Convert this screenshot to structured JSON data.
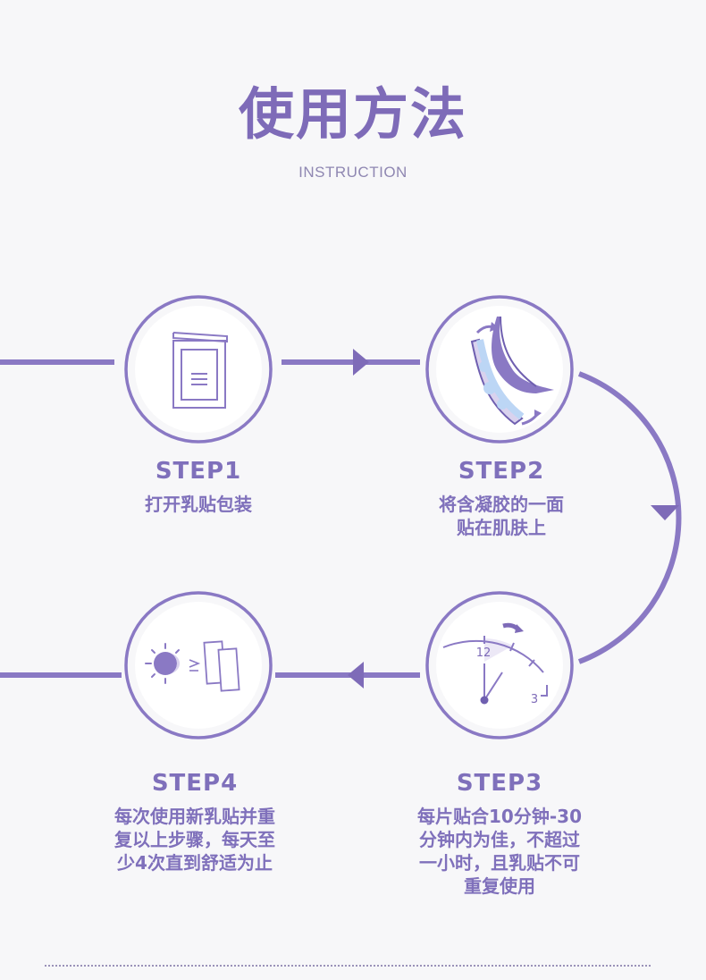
{
  "page": {
    "title": "使用方法",
    "subtitle": "INSTRUCTION"
  },
  "steps": [
    {
      "label": "STEP1",
      "desc": [
        "打开乳贴包装"
      ]
    },
    {
      "label": "STEP2",
      "desc": [
        "将含凝胶的一面",
        "贴在肌肤上"
      ]
    },
    {
      "label": "STEP3",
      "desc": [
        "每片贴合10分钟-30",
        "分钟内为佳，不超过",
        "一小时，且乳贴不可",
        "重复使用"
      ]
    },
    {
      "label": "STEP4",
      "desc": [
        "每次使用新乳贴并重",
        "复以上步骤，每天至",
        "少4次直到舒适为止"
      ]
    }
  ],
  "clock": {
    "mark_12": "12",
    "mark_3": "3"
  },
  "colors": {
    "accent": "#7e6bb8",
    "line": "#8a79c4",
    "circle_fill": "#ffffff",
    "gel_blue": "#bcd6f5"
  }
}
